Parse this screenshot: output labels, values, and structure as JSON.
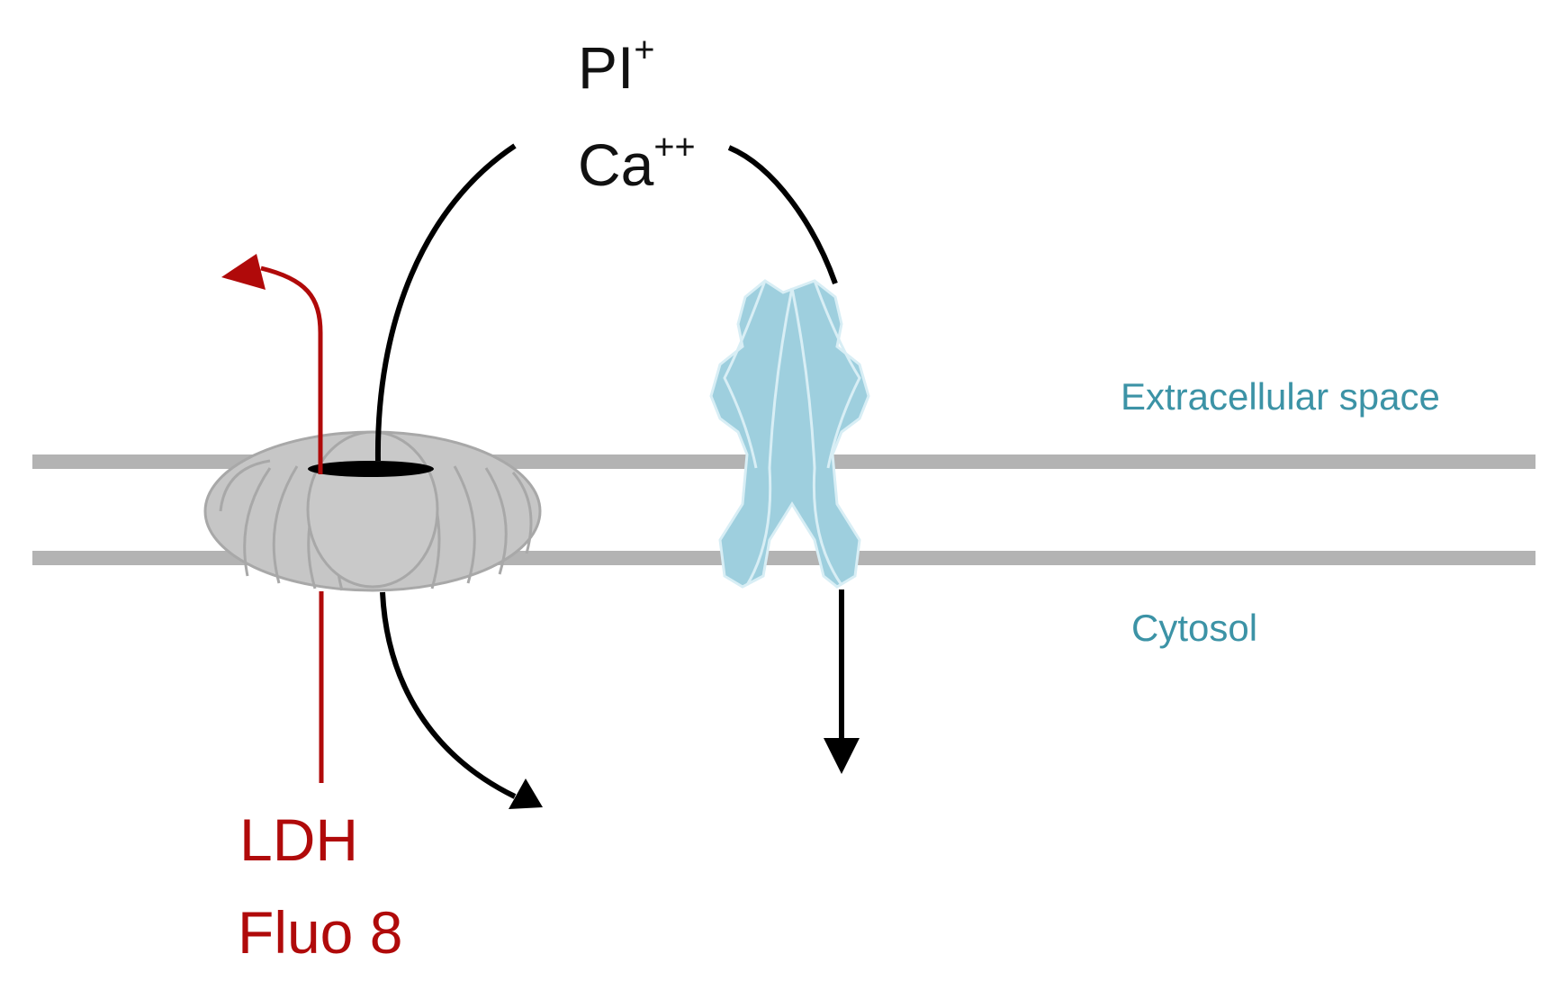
{
  "ions": {
    "pi_base": "PI",
    "pi_charge": "+",
    "ca_base": "Ca",
    "ca_charge": "++"
  },
  "released": {
    "ldh": "LDH",
    "fluo": "Fluo 8"
  },
  "compartments": {
    "extracellular": "Extracellular space",
    "cytosol": "Cytosol"
  },
  "colors": {
    "membrane": "#b3b3b3",
    "pore": "#c4c4c4",
    "channel": "#9ecfde",
    "release_arrow": "#b00a0a",
    "ion_arrow": "#000000",
    "compartment_text": "#3c93a6"
  }
}
